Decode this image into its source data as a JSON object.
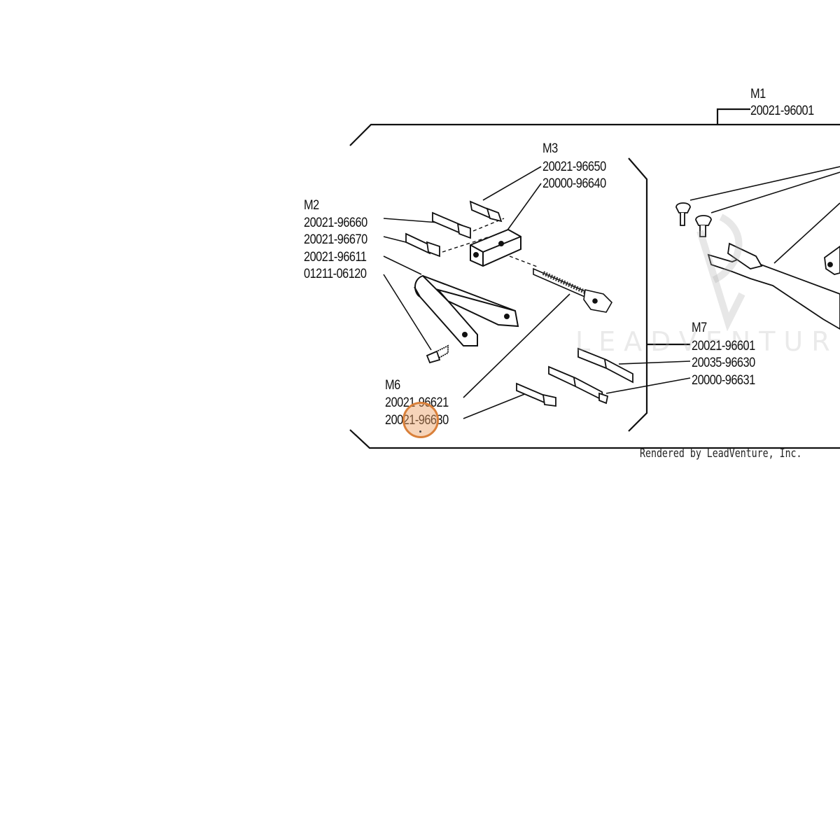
{
  "diagram": {
    "groups": [
      {
        "id": "M1",
        "parts": [
          "20021-96001"
        ]
      },
      {
        "id": "M2",
        "parts": [
          "20021-96660",
          "20021-96670",
          "20021-96611",
          "01211-06120"
        ]
      },
      {
        "id": "M3",
        "parts": [
          "20021-96650",
          "20000-96640"
        ]
      },
      {
        "id": "M6",
        "parts": [
          "20021-96621",
          "20021-96630"
        ]
      },
      {
        "id": "M7",
        "parts": [
          "20021-96601",
          "20035-96630",
          "20000-96631"
        ]
      }
    ],
    "watermark": "LEADVENTURE",
    "watermark_logo": "leadventure-logo-icon",
    "rendered_by": "Rendered by LeadVenture, Inc."
  },
  "cursor": {
    "color": "#d9803a"
  }
}
